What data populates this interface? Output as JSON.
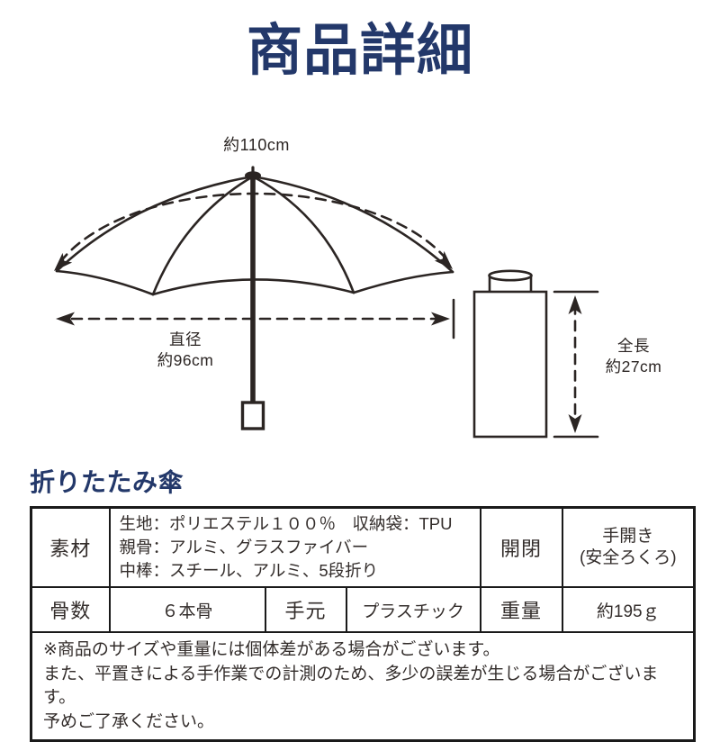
{
  "page": {
    "background": "#ffffff",
    "accent_navy": "#23386a",
    "line_ink": "#2b2523"
  },
  "title": "商品詳細",
  "diagram": {
    "open_umbrella": {
      "arc_width_label": "約110cm",
      "diameter_label": "直径",
      "diameter_value": "約96cm"
    },
    "folded_umbrella": {
      "length_label": "全長",
      "length_value": "約27cm"
    }
  },
  "section_heading": "折りたたみ傘",
  "spec_table": {
    "material_label": "素材",
    "material_lines": {
      "0": "生地：ポリエステル１００％　収納袋：TPU",
      "1": "親骨：アルミ、グラスファイバー",
      "2": "中棒：スチール、アルミ、5段折り"
    },
    "open_close_label": "開閉",
    "open_close_value_line1": "手開き",
    "open_close_value_line2": "(安全ろくろ)",
    "ribs_label": "骨数",
    "ribs_value": "６本骨",
    "handle_label": "手元",
    "handle_value": "プラスチック",
    "weight_label": "重量",
    "weight_value": "約195ｇ",
    "notes": {
      "0": "※商品のサイズや重量には個体差がある場合がございます。",
      "1": "また、平置きによる手作業での計測のため、多少の誤差が生じる場合がございます。",
      "2": "予めご了承ください。"
    }
  }
}
